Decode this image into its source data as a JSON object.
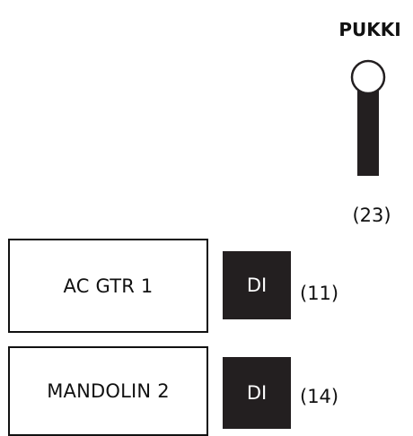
{
  "stage_plot": {
    "microphone": {
      "label": "PUKKI",
      "channel": "(23)"
    },
    "inputs": [
      {
        "instrument": "AC GTR 1",
        "box": "DI",
        "channel": "(11)"
      },
      {
        "instrument": "MANDOLIN 2",
        "box": "DI",
        "channel": "(14)"
      }
    ],
    "colors": {
      "ink": "#111111",
      "di_fill": "#231f20",
      "di_text": "#ffffff",
      "background": "#ffffff"
    }
  }
}
